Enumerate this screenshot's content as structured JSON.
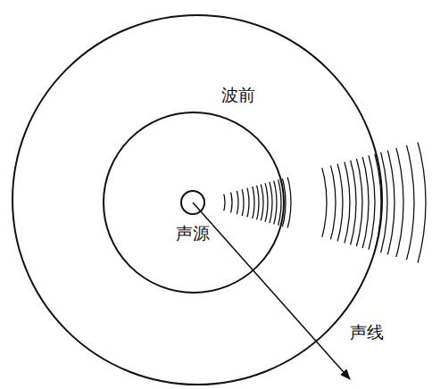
{
  "diagram": {
    "labels": [
      "波前",
      "声源",
      "声线"
    ]
  }
}
